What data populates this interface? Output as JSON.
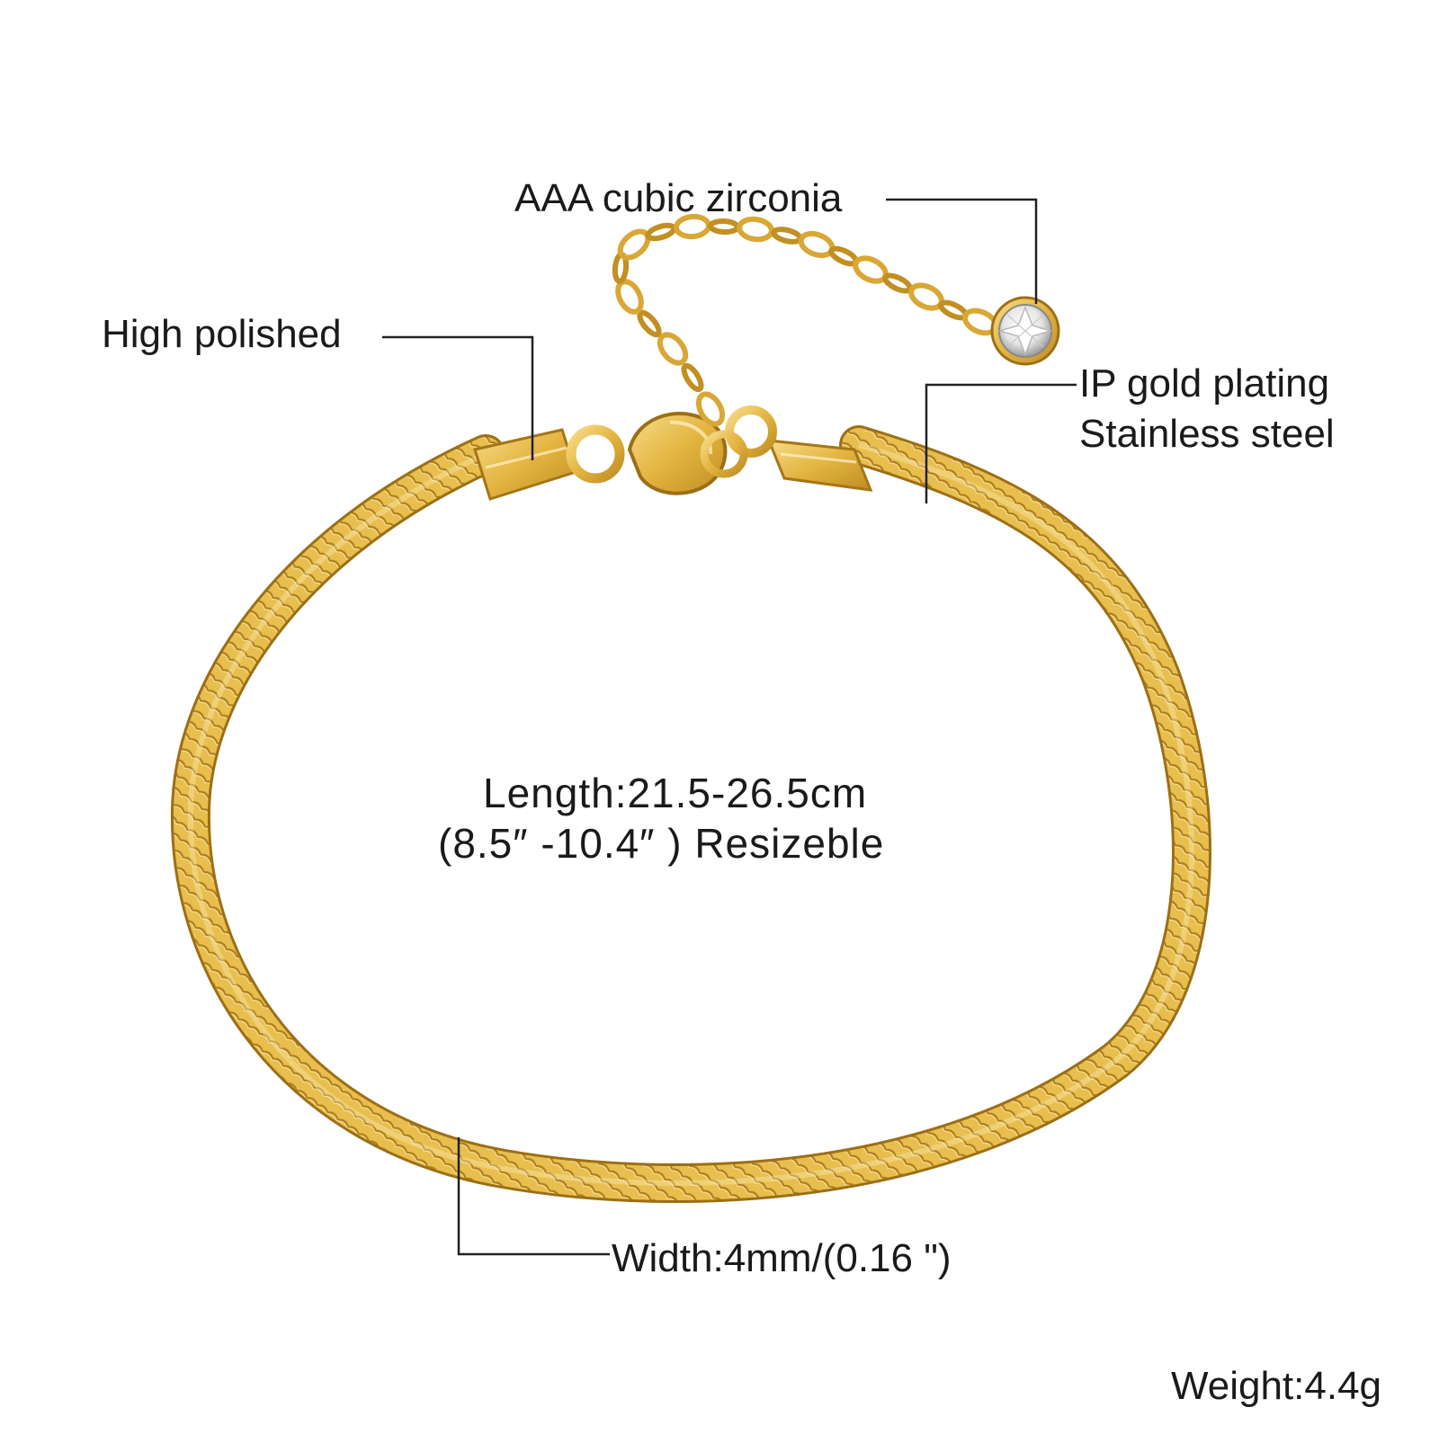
{
  "labels": {
    "zirconia": "AAA cubic zirconia",
    "polished": "High polished",
    "plating_line1": "IP gold plating",
    "plating_line2": "Stainless steel",
    "length_line1": "Length:21.5-26.5cm",
    "length_line2": "(8.5″ -10.4″ ) Resizeble",
    "width": "Width:4mm/(0.16 \")",
    "weight": "Weight:4.4g"
  },
  "product": {
    "image": "gold-snake-chain-bracelet",
    "material_icon": "cubic-zirconia-charm-icon"
  },
  "colors": {
    "gold_light": "#f5d57a",
    "gold_mid": "#e2b43c",
    "gold_dark": "#b5831c",
    "leader_line": "#222222",
    "text": "#1a1a1a",
    "background": "#ffffff"
  }
}
